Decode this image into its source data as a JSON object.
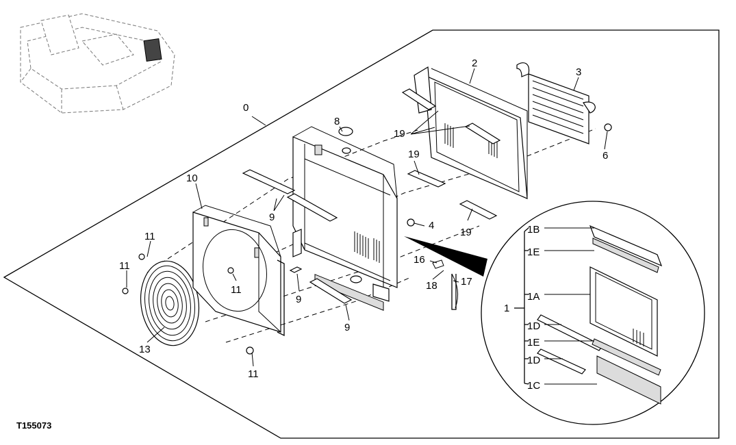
{
  "figure": {
    "reference_id": "T155073",
    "callouts": {
      "c0": "0",
      "c1": "1",
      "c1A": "1A",
      "c1B": "1B",
      "c1C": "1C",
      "c1D_a": "1D",
      "c1D_b": "1D",
      "c1E_a": "1E",
      "c1E_b": "1E",
      "c2": "2",
      "c3": "3",
      "c4": "4",
      "c6": "6",
      "c8": "8",
      "c9_a": "9",
      "c9_b": "9",
      "c9_c": "9",
      "c10": "10",
      "c11_a": "11",
      "c11_b": "11",
      "c11_c": "11",
      "c11_d": "11",
      "c13": "13",
      "c16": "16",
      "c17": "17",
      "c18": "18",
      "c19_a": "19",
      "c19_b": "19",
      "c19_c": "19"
    }
  }
}
